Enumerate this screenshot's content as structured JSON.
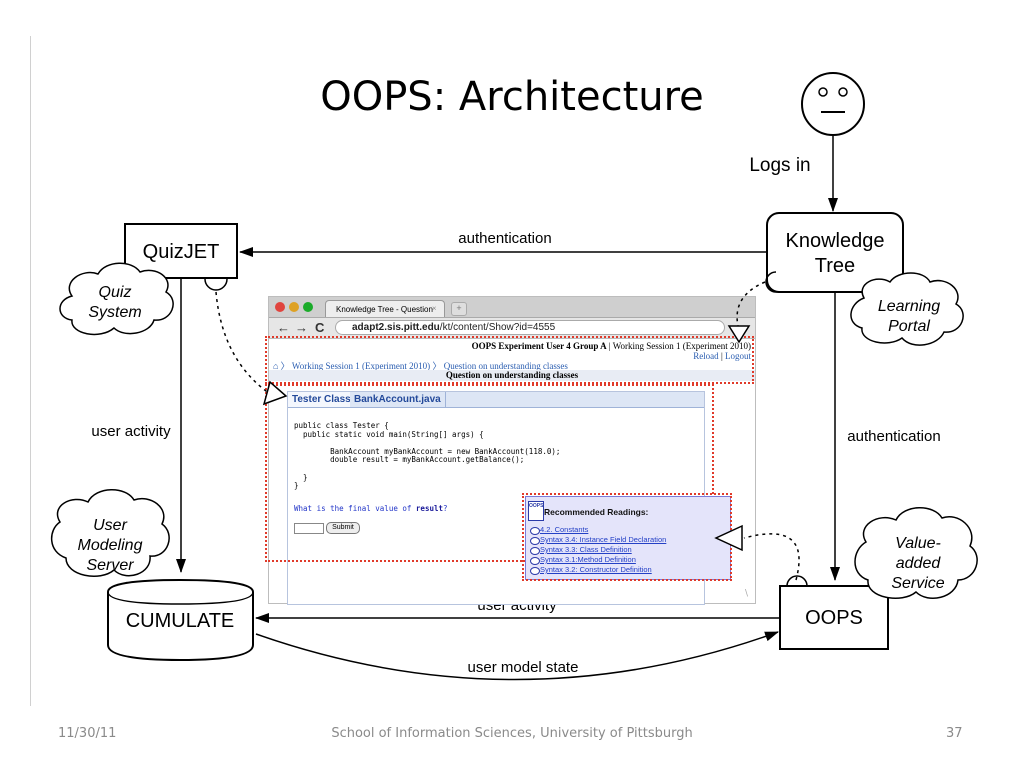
{
  "slide": {
    "title": "OOPS: Architecture",
    "footer_date": "11/30/11",
    "footer_center": "School of Information Sciences, University of Pittsburgh",
    "page_number": "37"
  },
  "diagram": {
    "nodes": {
      "quizjet": "QuizJET",
      "knowledge_tree_line1": "Knowledge",
      "knowledge_tree_line2": "Tree",
      "cumulate": "CUMULATE",
      "oops": "OOPS"
    },
    "clouds": {
      "quiz_system_line1": "Quiz",
      "quiz_system_line2": "System",
      "learning_portal_line1": "Learning",
      "learning_portal_line2": "Portal",
      "user_modeling_line1": "User",
      "user_modeling_line2": "Modeling",
      "user_modeling_line3": "Server",
      "value_added_line1": "Value-",
      "value_added_line2": "added",
      "value_added_line3": "Service"
    },
    "edges": {
      "logs_in": "Logs in",
      "auth_top": "authentication",
      "user_activity_left": "user activity",
      "auth_right": "authentication",
      "user_activity_bottom": "user activity",
      "user_model_state": "user model state"
    }
  },
  "browser": {
    "tab_title": "Knowledge Tree - Question",
    "tab_close": "×",
    "tab_new": "+",
    "url_host": "adapt2.sis.pitt.edu",
    "url_path": "/kt/content/Show?id=4555",
    "header_text": "OOPS Experiment User 4 Group A",
    "header_session": "Working Session 1 (Experiment 2010)",
    "reload": "Reload",
    "logout": "Logout",
    "crumb_session": "Working Session 1 (Experiment 2010)",
    "crumb_question": "Question on understanding classes",
    "question_title": "Question on understanding classes",
    "tab_tester": "Tester Class",
    "tab_bank": "BankAccount.java",
    "code_lines": [
      "public class Tester {",
      "  public static void main(String[] args) {",
      "",
      "        BankAccount myBankAccount = new BankAccount(118.0);",
      "        double result = myBankAccount.getBalance();",
      "",
      "  }",
      "}"
    ],
    "question_prefix": "What is the final value of ",
    "question_var": "result",
    "question_suffix": "?",
    "submit_label": "Submit"
  },
  "readings": {
    "logo": "OOPS",
    "heading": "Recommended Readings:",
    "items": [
      "4.2. Constants",
      "Syntax 3.4: Instance Field Declaration",
      "Syntax 3.3: Class Definition",
      "Syntax 3.1:Method Definition",
      "Syntax 3.2: Constructor Definition"
    ]
  },
  "colors": {
    "dotted_frame": "#e03a2a",
    "link": "#2440c6",
    "footer": "#8a8a8a"
  }
}
